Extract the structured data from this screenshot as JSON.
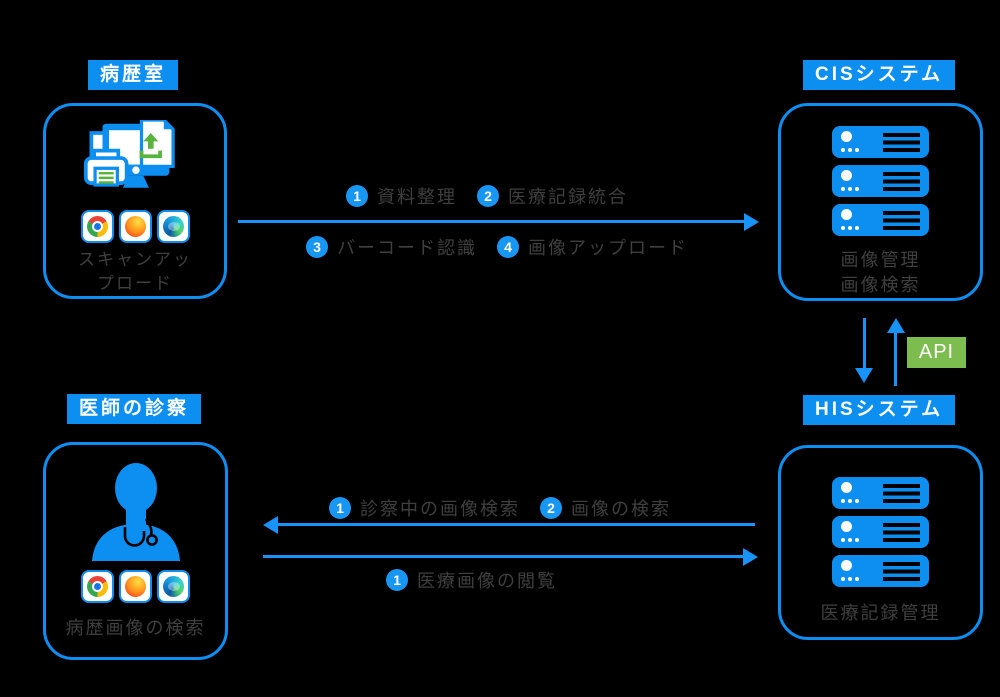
{
  "palette": {
    "blue": "#0d8ff2",
    "arrow_blue": "#1793fa",
    "api_green": "#7dbc4f",
    "icon_green": "#57b33c",
    "text_gray": "#3f3f3f",
    "badge_blue": "#1896f3"
  },
  "nodes": {
    "records_room": {
      "tag": "病歴室",
      "caption_line1": "スキャンアッ",
      "caption_line2": "プロード"
    },
    "cis": {
      "tag": "CISシステム",
      "caption_line1": "画像管理",
      "caption_line2": "画像検索"
    },
    "doctor": {
      "tag": "医師の診察",
      "caption": "病歴画像の検索"
    },
    "his": {
      "tag": "HISシステム",
      "caption": "医療記録管理"
    }
  },
  "flows": {
    "top": {
      "above": [
        {
          "num": "1",
          "label": "資料整理"
        },
        {
          "num": "2",
          "label": "医療記録統合"
        }
      ],
      "below": [
        {
          "num": "3",
          "label": "バーコード認識"
        },
        {
          "num": "4",
          "label": "画像アップロード"
        }
      ]
    },
    "bottom": {
      "above": [
        {
          "num": "1",
          "label": "診察中の画像検索"
        },
        {
          "num": "2",
          "label": "画像の検索"
        }
      ],
      "below": [
        {
          "num": "1",
          "label": "医療画像の閲覧"
        }
      ]
    },
    "api_label": "API"
  }
}
